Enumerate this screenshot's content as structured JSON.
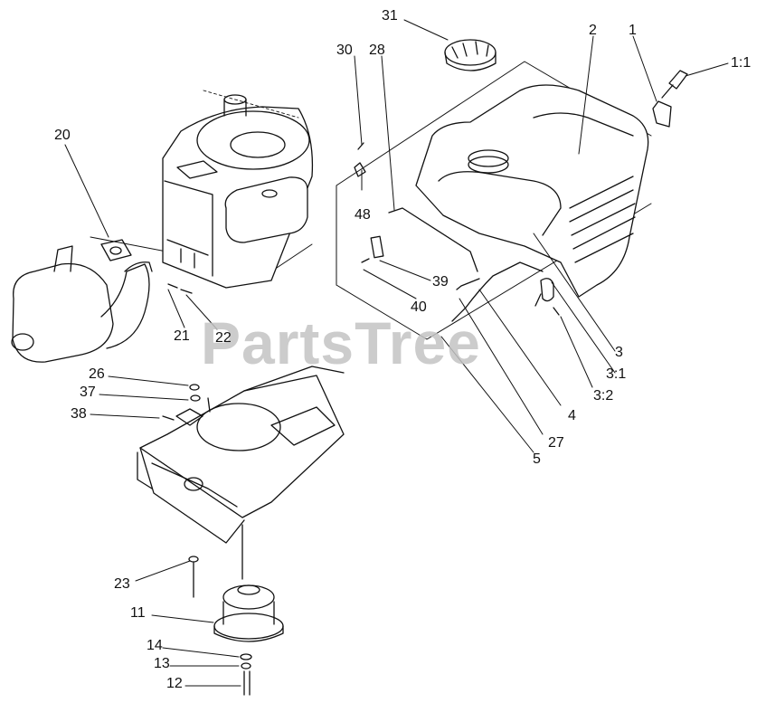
{
  "watermark": "PartsTree",
  "colors": {
    "ink": "#111111",
    "watermark": "#c4c4c4",
    "paper": "#ffffff"
  },
  "callouts": [
    "31",
    "30",
    "28",
    "2",
    "1",
    "1:1",
    "20",
    "48",
    "39",
    "40",
    "21",
    "22",
    "3",
    "3:1",
    "3:2",
    "4",
    "27",
    "5",
    "26",
    "37",
    "38",
    "23",
    "11",
    "14",
    "13",
    "12"
  ]
}
